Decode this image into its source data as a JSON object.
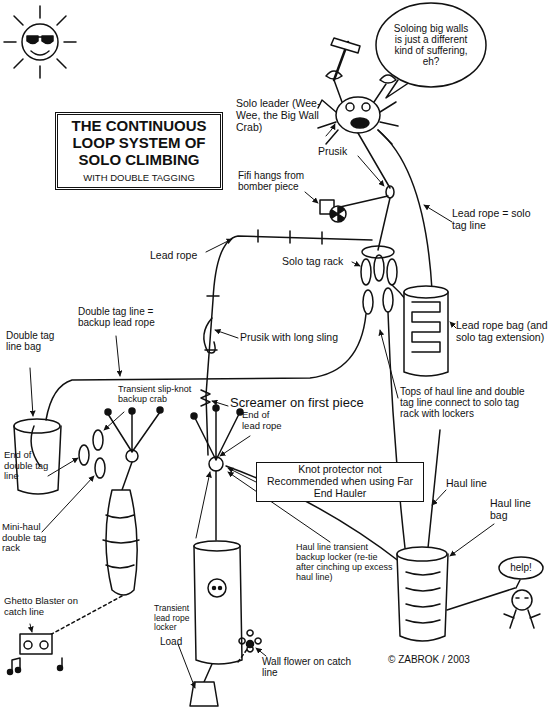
{
  "diagram": {
    "nodes": [
      {
        "text": [
          "THE CONTINUOUS LOOP SYSTEM OF SOLO CLIMBING",
          "WITH DOUBLE TAGGING"
        ]
      },
      {
        "text": [
          "Soloing big walls is just a different kind of suffering, eh?"
        ]
      },
      {
        "text": [
          "Knot protector not Recommended when using Far End Hauler"
        ]
      },
      {
        "text": [
          "help!"
        ]
      }
    ],
    "labels": [
      "Solo leader (Wee-Wee, the Big Wall Crab)",
      "Prusik",
      "Fifi hangs from bomber piece",
      "Lead rope = solo tag line",
      "Lead rope",
      "Solo tag rack",
      "Lead rope bag (and solo tag extension)",
      "Prusik with long sling",
      "Double tag line = backup lead rope",
      "Double tag line bag",
      "Transient slip-knot backup crab",
      "Screamer on first piece",
      "Tops of haul line and double tag line connect to solo tag rack with lockers",
      "End of lead rope",
      "End of double tag line",
      "Mini-haul double tag rack",
      "Haul line",
      "Haul line bag",
      "Haul line transient backup locker (re-tie after cinching up excess haul line)",
      "Transient lead rope locker",
      "Ghetto Blaster on catch line",
      "Load",
      "Wall flower on catch line",
      "© ZABROK / 2003"
    ]
  }
}
